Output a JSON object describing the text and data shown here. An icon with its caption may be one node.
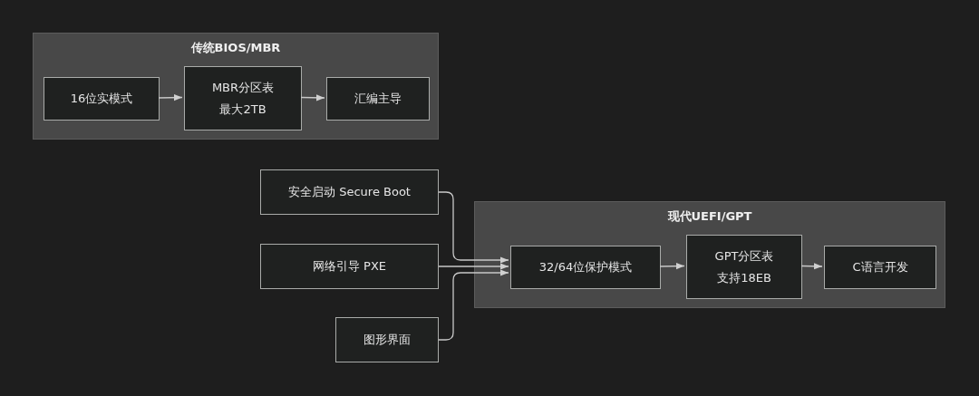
{
  "diagram": {
    "nodes": [
      {
        "text": [
          "传统BIOS/MBR"
        ]
      },
      {
        "text": [
          "16位实模式"
        ],
        "in": 0
      },
      {
        "text": [
          "MBR分区表最大2TB"
        ],
        "in": 0
      },
      {
        "text": [
          "汇编主导"
        ],
        "in": 0
      },
      {
        "text": [
          "安全启动 Secure Boot"
        ]
      },
      {
        "text": [
          "网络引导 PXE"
        ]
      },
      {
        "text": [
          "图形界面"
        ]
      },
      {
        "text": [
          "现代UEFI/GPT"
        ]
      },
      {
        "text": [
          "32/64位保护模式"
        ],
        "in": 7
      },
      {
        "text": [
          "GPT分区表支持18EB"
        ],
        "in": 7
      },
      {
        "text": [
          "C语言开发"
        ],
        "in": 7
      }
    ],
    "edges": [
      {
        "from": 1,
        "to": 2,
        "arrow": "to"
      },
      {
        "from": 2,
        "to": 3,
        "arrow": "to"
      },
      {
        "from": 4,
        "to": 8,
        "arrow": "to"
      },
      {
        "from": 5,
        "to": 8,
        "arrow": "to"
      },
      {
        "from": 6,
        "to": 8,
        "arrow": "to"
      },
      {
        "from": 8,
        "to": 9,
        "arrow": "to"
      },
      {
        "from": 9,
        "to": 10,
        "arrow": "to"
      }
    ]
  }
}
